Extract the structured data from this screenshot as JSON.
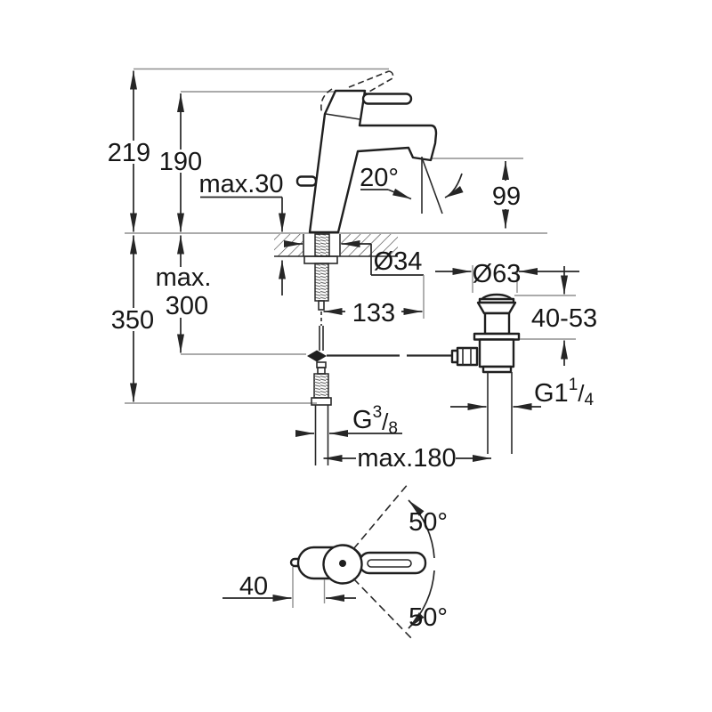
{
  "page": {
    "background": "#ffffff",
    "ink": "#1f1f1f",
    "dim_color": "#262626",
    "ref_color": "#8f8f8f"
  },
  "drawing": {
    "type": "single-lever basin mixer installation dimension drawing",
    "dims": {
      "overall_height": "219",
      "body_height": "190",
      "deck_thickness": "max.30",
      "spout_angle": "20°",
      "outlet_height": "99",
      "hole_diameter": "Ø34",
      "hose_length_line1": "max.",
      "hose_length_line2": "300",
      "supply_depth": "350",
      "spout_reach": "133",
      "waste_flange_diameter": "Ø63",
      "clamping_range": "40-53",
      "rod_reach": "max.180",
      "knob_offset": "40",
      "swing_up": "50°",
      "swing_down": "50°",
      "supply_thread": {
        "prefix": "G",
        "numerator": "3",
        "slash": "/",
        "denominator": "8"
      },
      "waste_thread": {
        "prefix": "G1",
        "numerator": "1",
        "slash": "/",
        "denominator": "4"
      }
    }
  }
}
